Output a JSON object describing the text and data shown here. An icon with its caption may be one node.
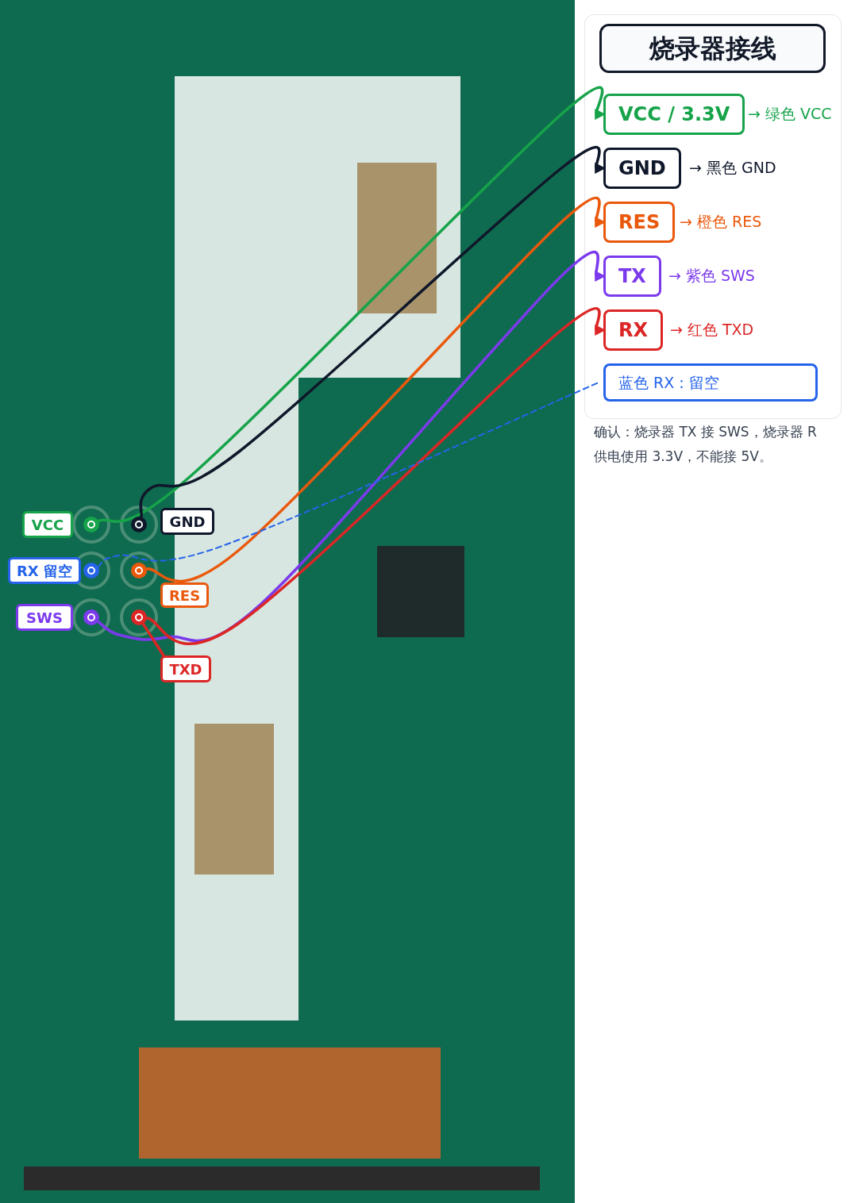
{
  "diagram": {
    "title": "烧录器接线",
    "nodes": [
      {
        "text": [
          "VCC / 3.3V"
        ],
        "beside": [
          "→ 绿色 VCC"
        ]
      },
      {
        "text": [
          "GND"
        ],
        "beside": [
          "→ 黑色 GND"
        ]
      },
      {
        "text": [
          "RES"
        ],
        "beside": [
          "→ 橙色 RES"
        ]
      },
      {
        "text": [
          "TX"
        ],
        "beside": [
          "→ 紫色 SWS"
        ]
      },
      {
        "text": [
          "RX"
        ],
        "beside": [
          "→ 红色 TXD"
        ]
      },
      {
        "text": [
          "蓝色 RX：留空"
        ]
      },
      {
        "text": [
          "VCC"
        ]
      },
      {
        "text": [
          "GND"
        ]
      },
      {
        "text": [
          "RX 留空"
        ]
      },
      {
        "text": [
          "RES"
        ]
      },
      {
        "text": [
          "SWS"
        ]
      },
      {
        "text": [
          "TXD"
        ]
      },
      {
        "text": [],
        "shape": "circle"
      },
      {
        "text": [],
        "shape": "circle"
      },
      {
        "text": [],
        "shape": "circle"
      },
      {
        "text": [],
        "shape": "circle"
      },
      {
        "text": [],
        "shape": "circle"
      },
      {
        "text": [],
        "shape": "circle"
      }
    ],
    "edges": [
      {
        "from": 12,
        "to": 0,
        "arrow": "to",
        "color": "#16a34a"
      },
      {
        "from": 13,
        "to": 1,
        "arrow": "to",
        "color": "#0f172a"
      },
      {
        "from": 15,
        "to": 2,
        "arrow": "to",
        "color": "#ea580c"
      },
      {
        "from": 16,
        "to": 3,
        "arrow": "to",
        "color": "#7c3aed"
      },
      {
        "from": 17,
        "to": 4,
        "arrow": "to",
        "color": "#dc2626"
      },
      {
        "from": 14,
        "to": 5,
        "arrow": "none",
        "style": "dashed",
        "color": "#2563eb"
      },
      {
        "from": 11,
        "to": 17,
        "arrow": "none",
        "color": "#dc2626"
      }
    ],
    "labels": [
      "确认：烧录器 TX 接 SWS，烧录器 R",
      "供电使用 3.3V，不能接 5V。"
    ]
  }
}
